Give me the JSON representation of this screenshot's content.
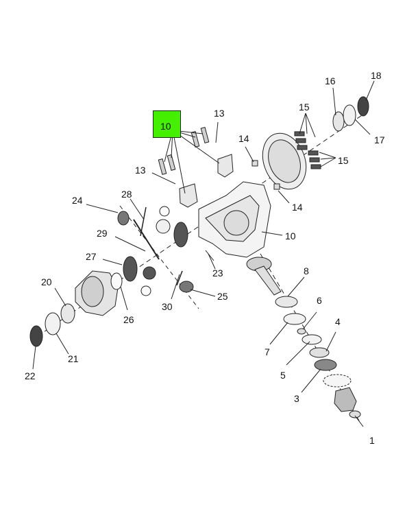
{
  "diagram": {
    "highlight_color": "#44f000",
    "highlighted_callout": "10",
    "callouts": {
      "c1": "1",
      "c3": "3",
      "c4": "4",
      "c5": "5",
      "c6": "6",
      "c7": "7",
      "c8": "8",
      "c10_box": "10",
      "c10": "10",
      "c13_top": "13",
      "c13_left": "13",
      "c14_top": "14",
      "c14_bot": "14",
      "c15_top": "15",
      "c15_bot": "15",
      "c16": "16",
      "c17": "17",
      "c18": "18",
      "c20": "20",
      "c21": "21",
      "c22": "22",
      "c23": "23",
      "c24": "24",
      "c25": "25",
      "c26": "26",
      "c27": "27",
      "c28": "28",
      "c29": "29",
      "c30": "30"
    }
  }
}
